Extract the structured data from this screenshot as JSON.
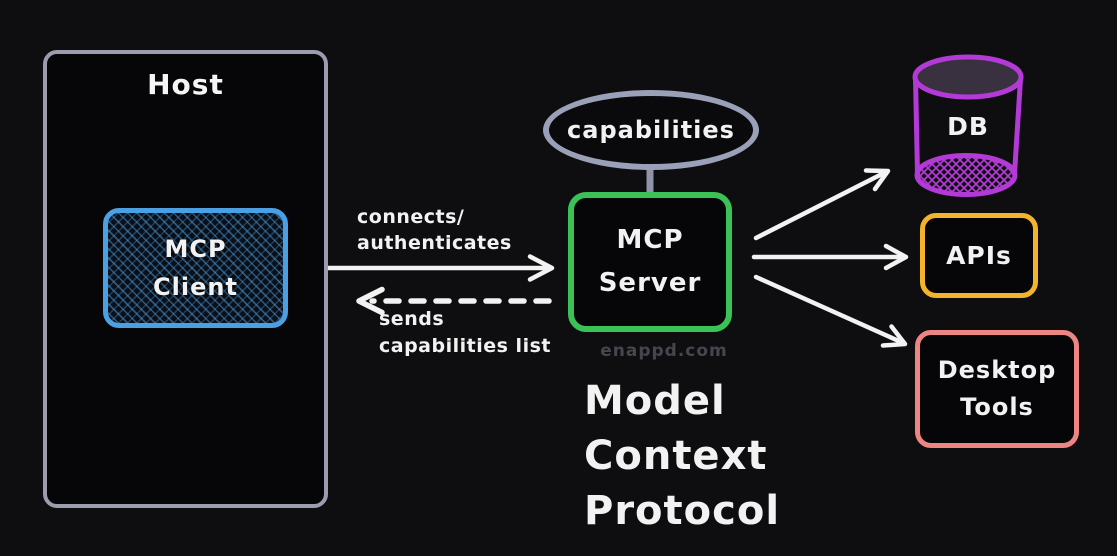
{
  "background": "#0e0e10",
  "host": {
    "label": "Host",
    "border_color": "#9b9dae"
  },
  "client": {
    "line1": "MCP",
    "line2": "Client",
    "border_color": "#4b9fe3"
  },
  "capabilities": {
    "label": "capabilities",
    "border_color": "#9aa0b8"
  },
  "server": {
    "line1": "MCP",
    "line2": "Server",
    "border_color": "#3bc257"
  },
  "edges": {
    "connect": {
      "line1": "connects/",
      "line2": "authenticates",
      "style": "solid-arrow-right"
    },
    "sends": {
      "line1": "sends",
      "line2": "capabilities list",
      "style": "dashed-arrow-left"
    }
  },
  "targets": {
    "db": {
      "label": "DB",
      "border_color": "#b33ad7",
      "shape": "cylinder"
    },
    "apis": {
      "label": "APIs",
      "border_color": "#f3b32b",
      "shape": "rounded-rect"
    },
    "desktop": {
      "line1": "Desktop",
      "line2": "Tools",
      "border_color": "#ed8583",
      "shape": "rounded-rect"
    }
  },
  "watermark": "enappd.com",
  "title": {
    "line1": "Model",
    "line2": "Context",
    "line3": "Protocol"
  },
  "arrow_color": "#f2f2f2"
}
